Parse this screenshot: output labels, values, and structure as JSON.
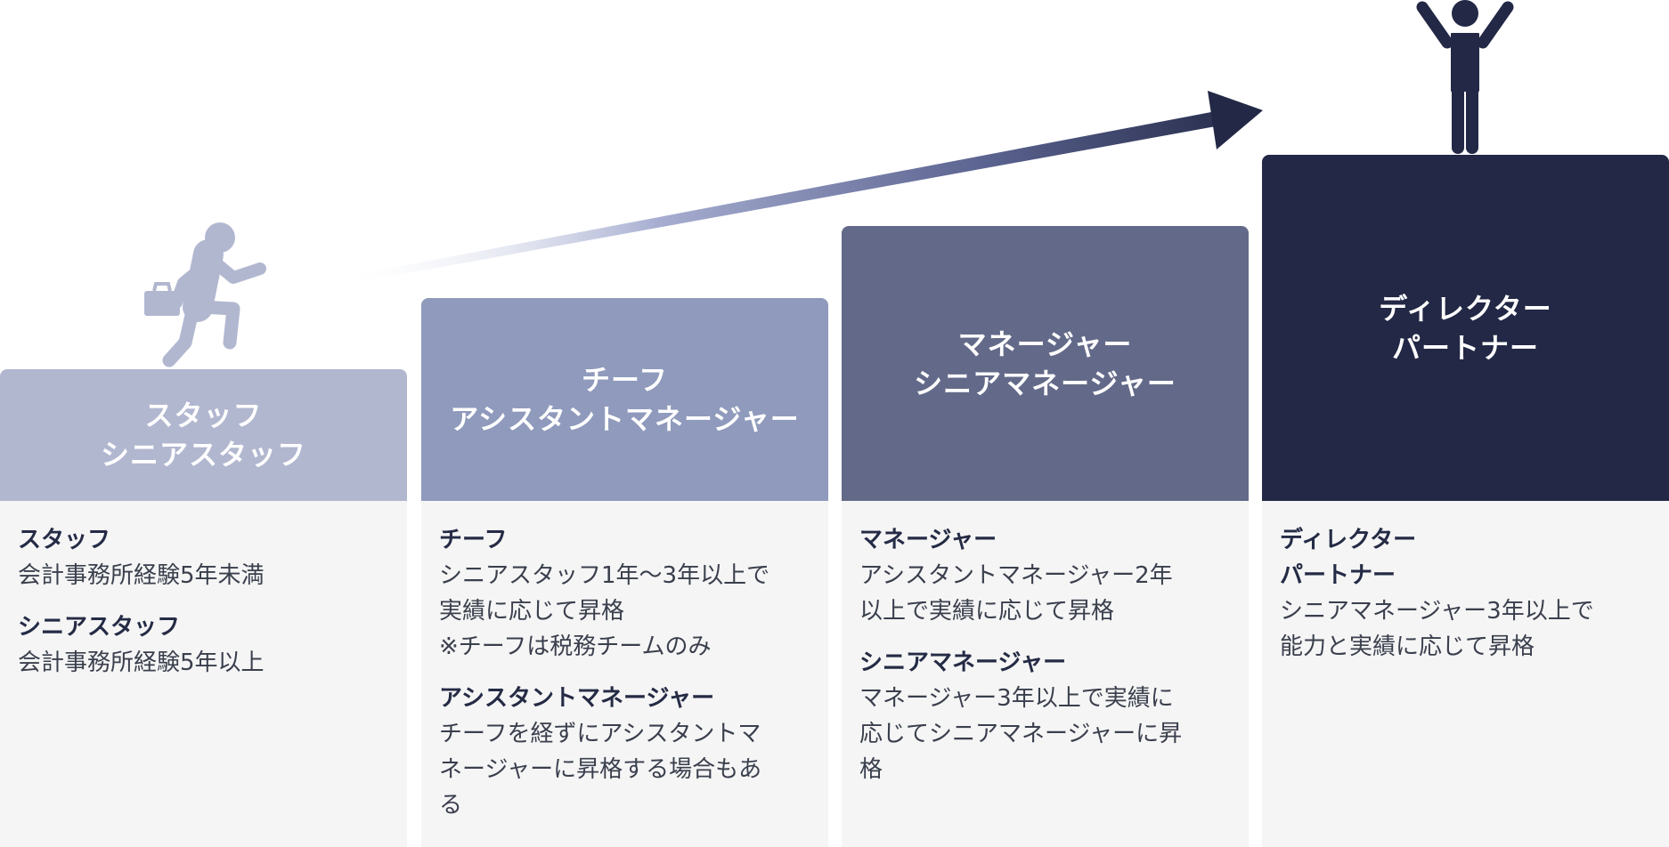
{
  "colors": {
    "level1": "#b2b7d0",
    "level2": "#8f9abc",
    "level3": "#636a89",
    "level4": "#222845",
    "panel": "#f5f5f5",
    "text_dark": "#252b45"
  },
  "icons": {
    "runner": "running-businessperson-icon",
    "winner": "person-arms-raised-icon",
    "arrow": "upward-arrow-icon"
  },
  "levels": [
    {
      "header": [
        "スタッフ",
        "シニアスタッフ"
      ],
      "entries": [
        {
          "title": "スタッフ",
          "desc": "会計事務所経験5年未満"
        },
        {
          "title": "シニアスタッフ",
          "desc": "会計事務所経験5年以上"
        }
      ]
    },
    {
      "header": [
        "チーフ",
        "アシスタントマネージャー"
      ],
      "entries": [
        {
          "title": "チーフ",
          "desc": "シニアスタッフ1年〜3年以上で\n実績に応じて昇格\n※チーフは税務チームのみ"
        },
        {
          "title": "アシスタントマネージャー",
          "desc": "チーフを経ずにアシスタントマ\nネージャーに昇格する場合もあ\nる"
        }
      ]
    },
    {
      "header": [
        "マネージャー",
        "シニアマネージャー"
      ],
      "entries": [
        {
          "title": "マネージャー",
          "desc": "アシスタントマネージャー2年\n以上で実績に応じて昇格"
        },
        {
          "title": "シニアマネージャー",
          "desc": "マネージャー3年以上で実績に\n応じてシニアマネージャーに昇\n格"
        }
      ]
    },
    {
      "header": [
        "ディレクター",
        "パートナー"
      ],
      "entries": [
        {
          "title": "ディレクター\nパートナー",
          "desc": "シニアマネージャー3年以上で\n能力と実績に応じて昇格"
        }
      ]
    }
  ]
}
